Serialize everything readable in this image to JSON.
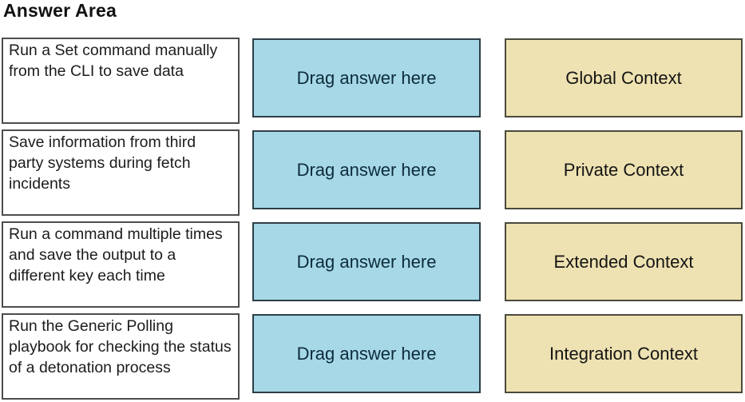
{
  "title": "Answer Area",
  "drop_placeholder": "Drag answer here",
  "colors": {
    "drop_zone_bg": "#a6d8e7",
    "drop_zone_border": "#2e3e46",
    "drop_zone_text": "#0d2b3a",
    "answer_card_bg": "#eee2b2",
    "answer_card_border": "#4b4a3c",
    "description_border": "#4d4d4d",
    "text": "#1c1c1c",
    "background": "#ffffff"
  },
  "rows": [
    {
      "description": "Run a Set command manually from the CLI to save data",
      "answer": "Global Context"
    },
    {
      "description": "Save information from third party systems during fetch incidents",
      "answer": "Private Context"
    },
    {
      "description": "Run a command multiple times and save the output to a different key each time",
      "answer": "Extended Context"
    },
    {
      "description": "Run the Generic Polling playbook for checking the status of a detonation process",
      "answer": "Integration Context"
    }
  ]
}
